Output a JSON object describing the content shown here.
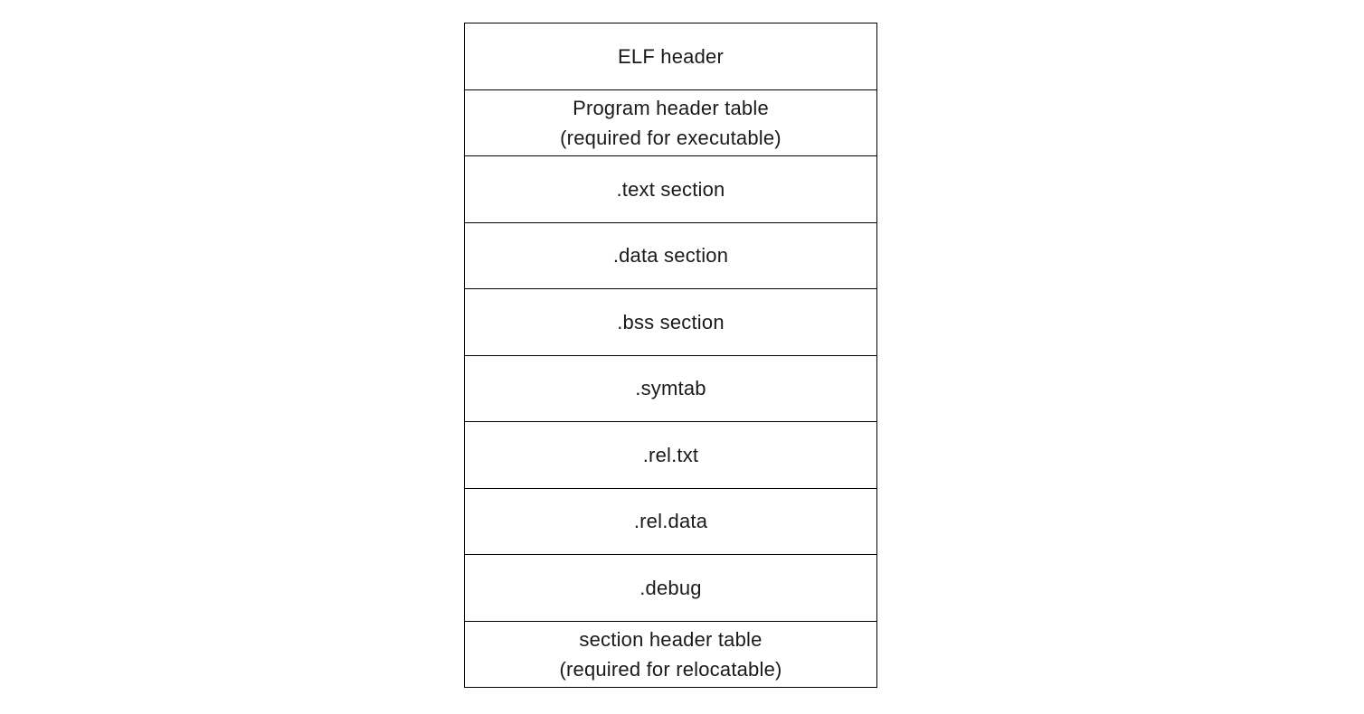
{
  "diagram": {
    "description": "ELF object file format layout",
    "border_color": "#000000",
    "background_color": "#ffffff",
    "text_color": "#1a1a1a",
    "rows": [
      {
        "line1": "ELF header",
        "line2": ""
      },
      {
        "line1": "Program header table",
        "line2": "(required for executable)"
      },
      {
        "line1": ".text section",
        "line2": ""
      },
      {
        "line1": ".data section",
        "line2": ""
      },
      {
        "line1": ".bss section",
        "line2": ""
      },
      {
        "line1": ".symtab",
        "line2": ""
      },
      {
        "line1": ".rel.txt",
        "line2": ""
      },
      {
        "line1": ".rel.data",
        "line2": ""
      },
      {
        "line1": ".debug",
        "line2": ""
      },
      {
        "line1": "section header table",
        "line2": "(required for relocatable)"
      }
    ]
  }
}
